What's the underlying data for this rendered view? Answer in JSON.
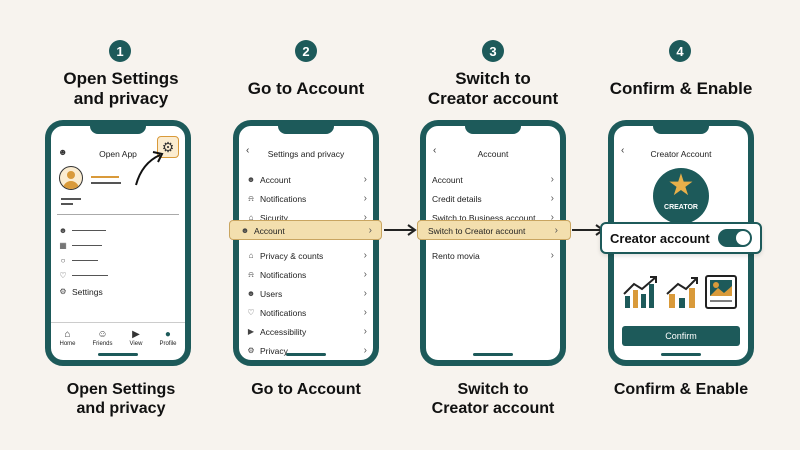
{
  "steps": [
    {
      "num": "1",
      "title": "Open Settings\nand privacy",
      "caption": "Open Settings\nand privacy"
    },
    {
      "num": "2",
      "title": "Go to Account",
      "caption": "Go to Account"
    },
    {
      "num": "3",
      "title": "Switch to\nCreator account",
      "caption": "Switch to\nCreator account"
    },
    {
      "num": "4",
      "title": "Confirm & Enable",
      "caption": "Confirm & Enable"
    }
  ],
  "phone1": {
    "header": "Open App",
    "settings_label": "Settings",
    "tabs": [
      {
        "label": "Home",
        "icon": "home-icon"
      },
      {
        "label": "Friends",
        "icon": "friends-icon"
      },
      {
        "label": "View",
        "icon": "view-icon"
      },
      {
        "label": "Profile",
        "icon": "profile-icon"
      }
    ]
  },
  "phone2": {
    "header": "Settings and privacy",
    "items": [
      {
        "label": "Account",
        "icon": "user-icon"
      },
      {
        "label": "Notifications",
        "icon": "bell-icon"
      },
      {
        "label": "Sicurity",
        "icon": "lock-icon"
      },
      {
        "label": "Account",
        "icon": "user-icon"
      },
      {
        "label": "Privacy & counts",
        "icon": "lock-icon"
      },
      {
        "label": "Notifications",
        "icon": "bell-icon"
      },
      {
        "label": "Users",
        "icon": "user-icon"
      },
      {
        "label": "Notifications",
        "icon": "heart-icon"
      },
      {
        "label": "Accessibility",
        "icon": "play-icon"
      },
      {
        "label": "Privacy",
        "icon": "gear-icon"
      }
    ],
    "highlighted_index": 3
  },
  "phone3": {
    "header": "Account",
    "items": [
      {
        "label": "Account"
      },
      {
        "label": "Credit details"
      },
      {
        "label": "Switch to Business account"
      },
      {
        "label": "Switch to Creator account"
      },
      {
        "label": "Rento movia"
      }
    ],
    "highlighted_index": 3
  },
  "phone4": {
    "header": "Creator Account",
    "badge_label": "CREATOR",
    "toggle_label": "Creator account",
    "toggle_on": true,
    "confirm_label": "Confirm"
  },
  "colors": {
    "teal": "#1d5a5a",
    "gold": "#d99a3a",
    "highlight": "#f3dfae",
    "background": "#f7f3ee"
  }
}
